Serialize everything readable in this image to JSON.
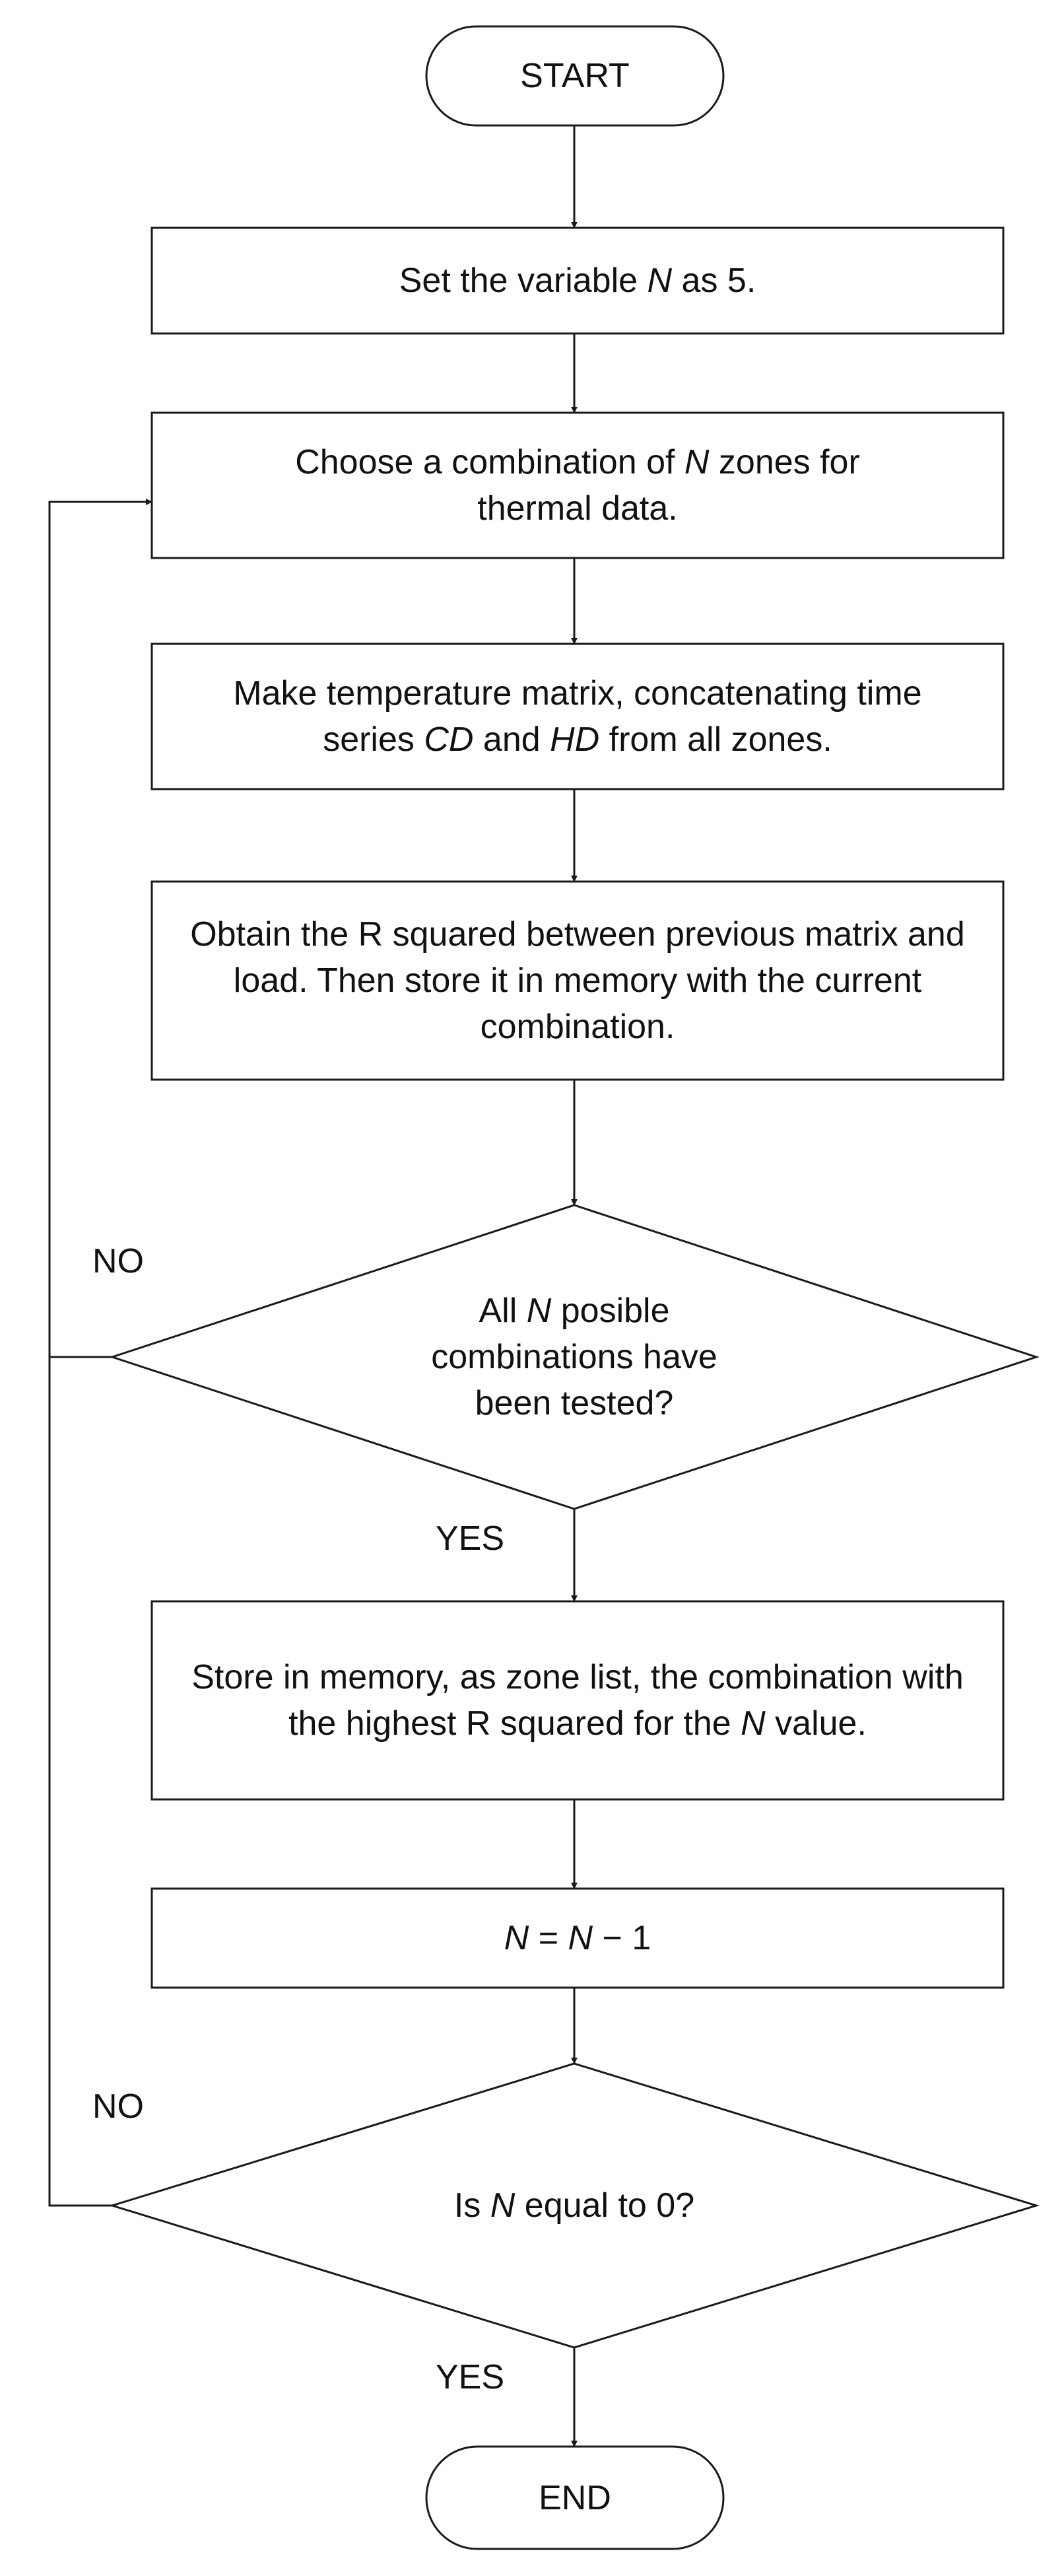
{
  "colors": {
    "line": "#1a1a1a",
    "fill": "#ffffff",
    "text": "#111111"
  },
  "nodes": {
    "start": {
      "text": "START"
    },
    "set_n": {
      "pre": "Set the variable ",
      "var": "N",
      "post": " as 5."
    },
    "choose": {
      "pre": "Choose a combination of ",
      "var": "N",
      "post": " zones for thermal data."
    },
    "matrix": {
      "pre": "Make temperature matrix, concatenating time series ",
      "v1": "CD",
      "mid": " and ",
      "v2": "HD",
      "post": " from all zones."
    },
    "rsq": {
      "text": "Obtain the R squared between previous matrix and load. Then store it in memory with the current combination."
    },
    "tested": {
      "pre": "All ",
      "var": "N",
      "post": " posible combinations have been tested?"
    },
    "store": {
      "pre": "Store in memory, as zone list, the combination with the highest R squared for the ",
      "var": "N",
      "post": " value."
    },
    "decrement": {
      "lhs": "N",
      "eq": " = ",
      "rhs": "N",
      "post": " − 1"
    },
    "is_zero": {
      "pre": "Is ",
      "var": "N",
      "post": " equal to 0?"
    },
    "end": {
      "text": "END"
    }
  },
  "edges": {
    "no_label_1": "NO",
    "yes_label_1": "YES",
    "no_label_2": "NO",
    "yes_label_2": "YES"
  }
}
